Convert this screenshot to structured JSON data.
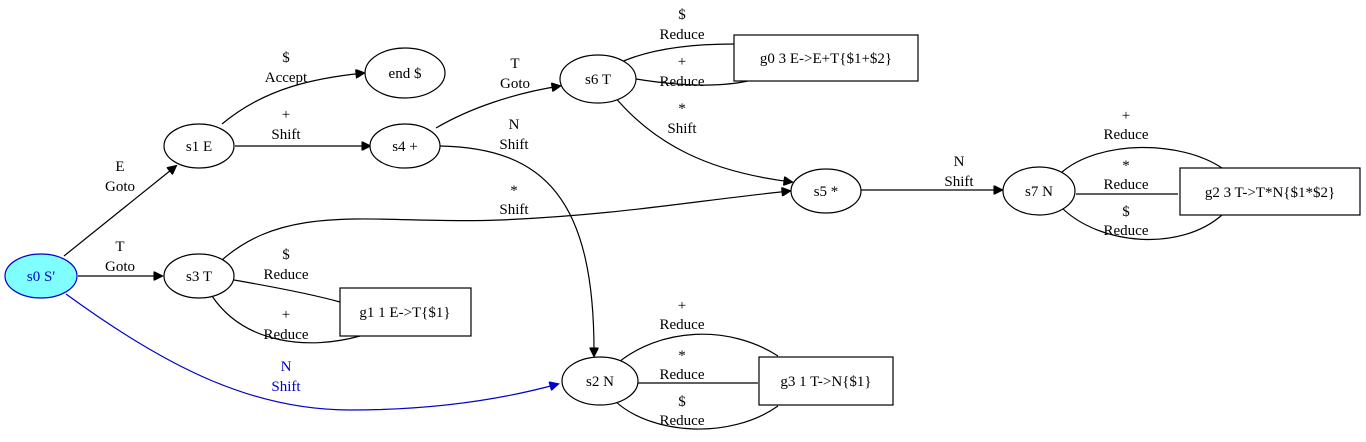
{
  "colors": {
    "start_fill": "#7fffff",
    "start_stroke": "#0000cc",
    "default_stroke": "#000000",
    "accent_edge": "#0000cc"
  },
  "nodes": {
    "s0": "s0 S'",
    "s1": "s1 E",
    "s2": "s2 N",
    "s3": "s3 T",
    "s4": "s4 +",
    "s5": "s5 *",
    "s6": "s6 T",
    "s7": "s7 N",
    "end": "end $",
    "g0": "g0 3 E->E+T{$1+$2}",
    "g1": "g1 1 E->T{$1}",
    "g2": "g2 3 T->T*N{$1*$2}",
    "g3": "g3 1 T->N{$1}"
  },
  "edges": {
    "s0_s1": {
      "sym": "E",
      "action": "Goto"
    },
    "s0_s3": {
      "sym": "T",
      "action": "Goto"
    },
    "s0_s2": {
      "sym": "N",
      "action": "Shift"
    },
    "s1_end": {
      "sym": "$",
      "action": "Accept"
    },
    "s1_s4": {
      "sym": "+",
      "action": "Shift"
    },
    "s4_s6": {
      "sym": "T",
      "action": "Goto"
    },
    "s4_s2": {
      "sym": "N",
      "action": "Shift"
    },
    "s3_s5": {
      "sym": "*",
      "action": "Shift"
    },
    "s3_g1_a": {
      "sym": "$",
      "action": "Reduce"
    },
    "s3_g1_b": {
      "sym": "+",
      "action": "Reduce"
    },
    "s6_g0_a": {
      "sym": "$",
      "action": "Reduce"
    },
    "s6_g0_b": {
      "sym": "+",
      "action": "Reduce"
    },
    "s6_s5": {
      "sym": "*",
      "action": "Shift"
    },
    "s5_s7": {
      "sym": "N",
      "action": "Shift"
    },
    "s7_g2_a": {
      "sym": "+",
      "action": "Reduce"
    },
    "s7_g2_b": {
      "sym": "*",
      "action": "Reduce"
    },
    "s7_g2_c": {
      "sym": "$",
      "action": "Reduce"
    },
    "s2_g3_a": {
      "sym": "+",
      "action": "Reduce"
    },
    "s2_g3_b": {
      "sym": "*",
      "action": "Reduce"
    },
    "s2_g3_c": {
      "sym": "$",
      "action": "Reduce"
    }
  }
}
